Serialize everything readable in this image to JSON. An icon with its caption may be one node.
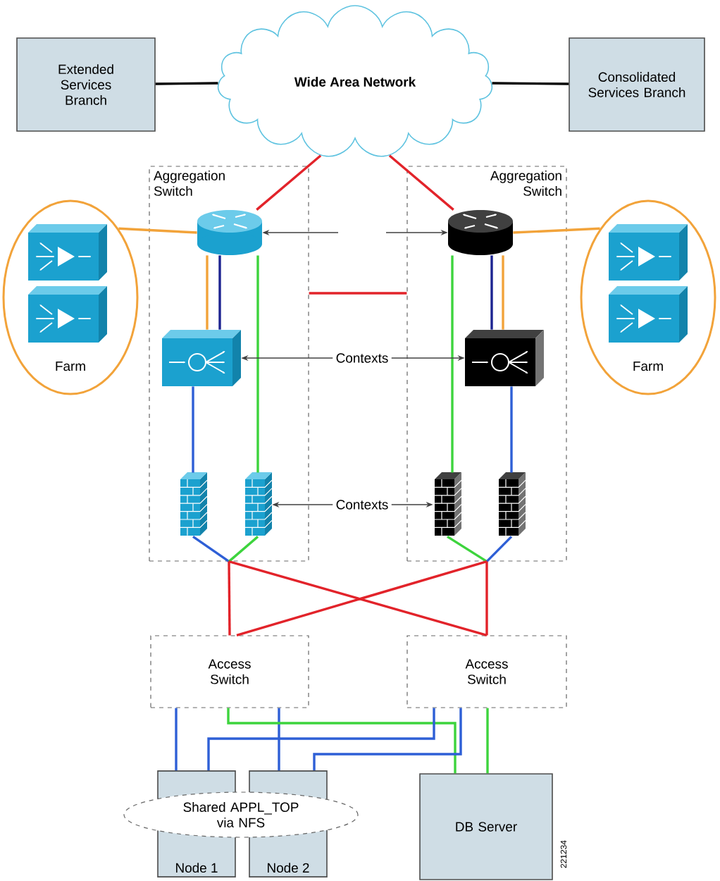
{
  "diagram": {
    "nodes": [
      {
        "text": [
          "Extended Services Branch"
        ]
      },
      {
        "text": [
          "Wide Area Network"
        ]
      },
      {
        "text": [
          "Consolidated Services Branch"
        ]
      },
      {
        "text": [
          "Aggregation Switch"
        ]
      },
      {
        "text": [
          "Aggregation Switch"
        ]
      },
      {
        "text": [],
        "shape": "cylinder",
        "in": 3
      },
      {
        "text": [],
        "shape": "cylinder",
        "in": 4
      },
      {
        "text": [
          "Farm"
        ]
      },
      {
        "text": [],
        "shape": "box",
        "in": 7
      },
      {
        "text": [],
        "shape": "box",
        "in": 7
      },
      {
        "text": [
          "Farm"
        ]
      },
      {
        "text": [],
        "shape": "box",
        "in": 10
      },
      {
        "text": [],
        "shape": "box",
        "in": 10
      },
      {
        "text": [],
        "shape": "box",
        "in": 3
      },
      {
        "text": [],
        "shape": "box",
        "in": 4
      },
      {
        "text": [],
        "shape": "wall",
        "in": 3
      },
      {
        "text": [],
        "shape": "wall",
        "in": 3
      },
      {
        "text": [],
        "shape": "wall",
        "in": 4
      },
      {
        "text": [],
        "shape": "wall",
        "in": 4
      },
      {
        "text": [
          "Access Switch"
        ]
      },
      {
        "text": [
          "Access Switch"
        ]
      },
      {
        "text": [
          "Node 1"
        ]
      },
      {
        "text": [
          "Node 2"
        ]
      },
      {
        "text": [
          "Shared APPL_TOP via NFS"
        ]
      },
      {
        "text": [
          "DB Server"
        ]
      },
      {
        "text": [
          "Contexts"
        ]
      },
      {
        "text": [
          "Contexts"
        ]
      }
    ],
    "edges": [
      {
        "from": 0,
        "to": 1,
        "arrow": "none",
        "color": "#000000"
      },
      {
        "from": 1,
        "to": 2,
        "arrow": "none",
        "color": "#000000"
      },
      {
        "from": 1,
        "to": 5,
        "arrow": "none",
        "color": "#e2232a"
      },
      {
        "from": 1,
        "to": 6,
        "arrow": "none",
        "color": "#e2232a"
      },
      {
        "from": 3,
        "to": 4,
        "arrow": "none",
        "color": "#e2232a"
      },
      {
        "from": 5,
        "to": 7,
        "arrow": "none",
        "color": "#f2a33a"
      },
      {
        "from": 6,
        "to": 10,
        "arrow": "none",
        "color": "#f2a33a"
      },
      {
        "from": 5,
        "to": 13,
        "arrow": "none",
        "color": "#f2a33a"
      },
      {
        "from": 5,
        "to": 13,
        "arrow": "none",
        "color": "#1c2390"
      },
      {
        "from": 5,
        "to": 16,
        "arrow": "none",
        "color": "#3dd43d"
      },
      {
        "from": 6,
        "to": 17,
        "arrow": "none",
        "color": "#3dd43d"
      },
      {
        "from": 6,
        "to": 14,
        "arrow": "none",
        "color": "#1c2390"
      },
      {
        "from": 6,
        "to": 14,
        "arrow": "none",
        "color": "#f2a33a"
      },
      {
        "from": 13,
        "to": 15,
        "arrow": "none",
        "color": "#2e5fd6"
      },
      {
        "from": 14,
        "to": 18,
        "arrow": "none",
        "color": "#2e5fd6"
      },
      {
        "from": 15,
        "to": 3,
        "arrow": "none",
        "color": "#2e5fd6"
      },
      {
        "from": 16,
        "to": 3,
        "arrow": "none",
        "color": "#3dd43d"
      },
      {
        "from": 17,
        "to": 4,
        "arrow": "none",
        "color": "#3dd43d"
      },
      {
        "from": 18,
        "to": 4,
        "arrow": "none",
        "color": "#2e5fd6"
      },
      {
        "from": 3,
        "to": 19,
        "arrow": "none",
        "color": "#e2232a"
      },
      {
        "from": 3,
        "to": 20,
        "arrow": "none",
        "color": "#e2232a"
      },
      {
        "from": 4,
        "to": 19,
        "arrow": "none",
        "color": "#e2232a"
      },
      {
        "from": 4,
        "to": 20,
        "arrow": "none",
        "color": "#e2232a"
      },
      {
        "from": 19,
        "to": 21,
        "arrow": "none",
        "color": "#2e5fd6"
      },
      {
        "from": 19,
        "to": 22,
        "arrow": "none",
        "color": "#2e5fd6"
      },
      {
        "from": 19,
        "to": 24,
        "arrow": "none",
        "color": "#3dd43d"
      },
      {
        "from": 20,
        "to": 21,
        "arrow": "none",
        "color": "#2e5fd6"
      },
      {
        "from": 20,
        "to": 22,
        "arrow": "none",
        "color": "#2e5fd6"
      },
      {
        "from": 20,
        "to": 24,
        "arrow": "none",
        "color": "#3dd43d"
      },
      {
        "from": 25,
        "to": 13,
        "arrow": "to",
        "color": "#404040"
      },
      {
        "from": 25,
        "to": 14,
        "arrow": "to",
        "color": "#404040"
      },
      {
        "from": 26,
        "to": 16,
        "arrow": "to",
        "color": "#404040"
      },
      {
        "from": 26,
        "to": 17,
        "arrow": "to",
        "color": "#404040"
      },
      {
        "from": null,
        "to": 5,
        "arrow": "to",
        "color": "#404040"
      },
      {
        "from": null,
        "to": 6,
        "arrow": "to",
        "color": "#404040"
      }
    ],
    "labels": [
      "221234"
    ]
  }
}
